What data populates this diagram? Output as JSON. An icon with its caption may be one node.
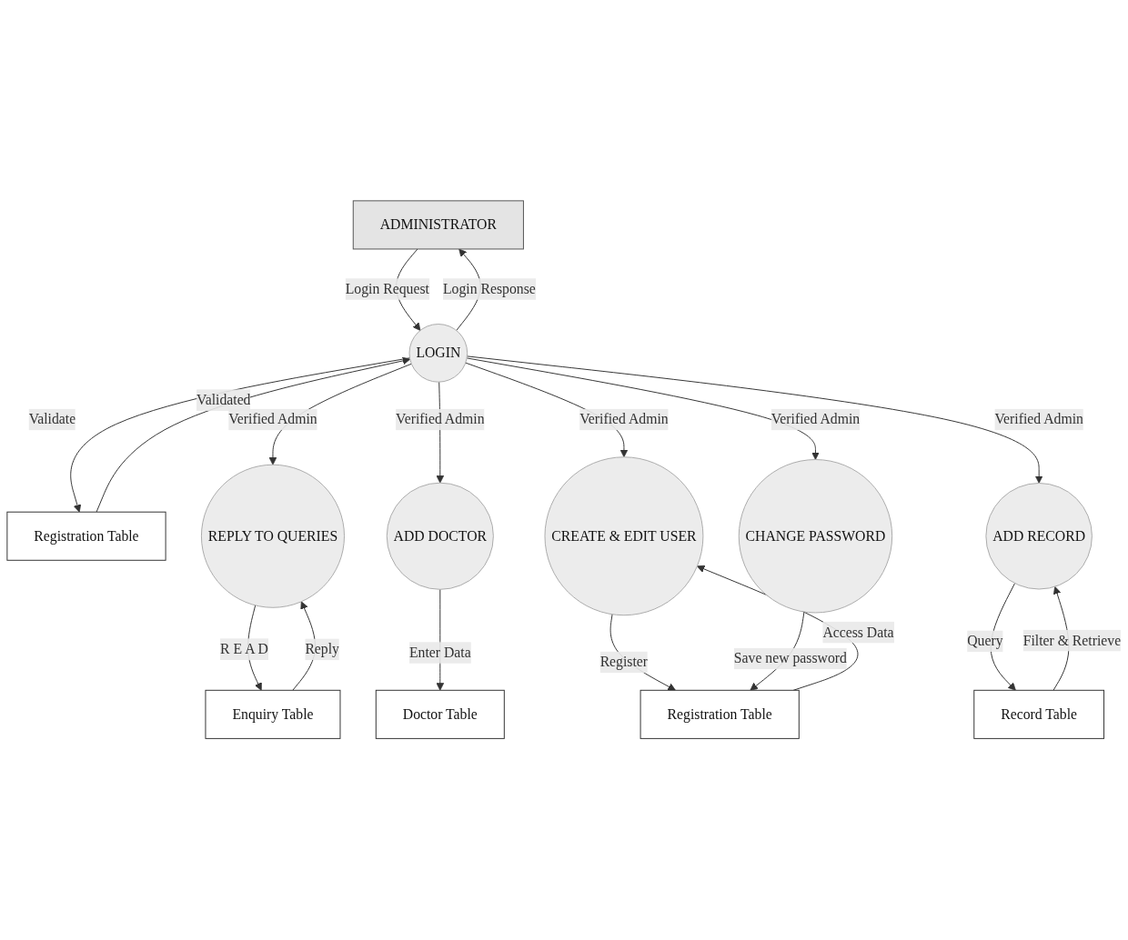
{
  "diagram": {
    "nodes": [
      {
        "text": [
          "ADMINISTRATOR"
        ]
      },
      {
        "text": [
          "LOGIN"
        ]
      },
      {
        "text": [
          "Registration Table"
        ]
      },
      {
        "text": [
          "REPLY TO QUERIES"
        ]
      },
      {
        "text": [
          "ADD DOCTOR"
        ]
      },
      {
        "text": [
          "CREATE & EDIT USER"
        ]
      },
      {
        "text": [
          "CHANGE PASSWORD"
        ]
      },
      {
        "text": [
          "ADD RECORD"
        ]
      },
      {
        "text": [
          "Enquiry Table"
        ]
      },
      {
        "text": [
          "Doctor Table"
        ]
      },
      {
        "text": [
          "Registration Table"
        ]
      },
      {
        "text": [
          "Record Table"
        ]
      }
    ],
    "edges": [
      {
        "from": 0,
        "to": 1,
        "arrow": "to",
        "label": "Login Request"
      },
      {
        "from": 1,
        "to": 0,
        "arrow": "to",
        "label": "Login Response"
      },
      {
        "from": 1,
        "to": 2,
        "arrow": "to",
        "label": "Validate"
      },
      {
        "from": 2,
        "to": 1,
        "arrow": "to",
        "label": "Validated"
      },
      {
        "from": 1,
        "to": 3,
        "arrow": "to",
        "label": "Verified Admin"
      },
      {
        "from": 1,
        "to": 4,
        "arrow": "to",
        "label": "Verified Admin"
      },
      {
        "from": 1,
        "to": 5,
        "arrow": "to",
        "label": "Verified Admin"
      },
      {
        "from": 1,
        "to": 6,
        "arrow": "to",
        "label": "Verified Admin"
      },
      {
        "from": 1,
        "to": 7,
        "arrow": "to",
        "label": "Verified Admin"
      },
      {
        "from": 3,
        "to": 8,
        "arrow": "to",
        "label": "R E A D"
      },
      {
        "from": 8,
        "to": 3,
        "arrow": "to",
        "label": "Reply"
      },
      {
        "from": 4,
        "to": 9,
        "arrow": "to",
        "label": "Enter Data"
      },
      {
        "from": 5,
        "to": 10,
        "arrow": "to",
        "label": "Register"
      },
      {
        "from": 10,
        "to": 5,
        "arrow": "to",
        "label": "Access Data"
      },
      {
        "from": 6,
        "to": 10,
        "arrow": "to",
        "label": "Save new password"
      },
      {
        "from": 11,
        "to": 7,
        "arrow": "to",
        "label": "Filter & Retrieve"
      },
      {
        "from": 7,
        "to": 11,
        "arrow": "to",
        "label": "Query"
      }
    ]
  }
}
